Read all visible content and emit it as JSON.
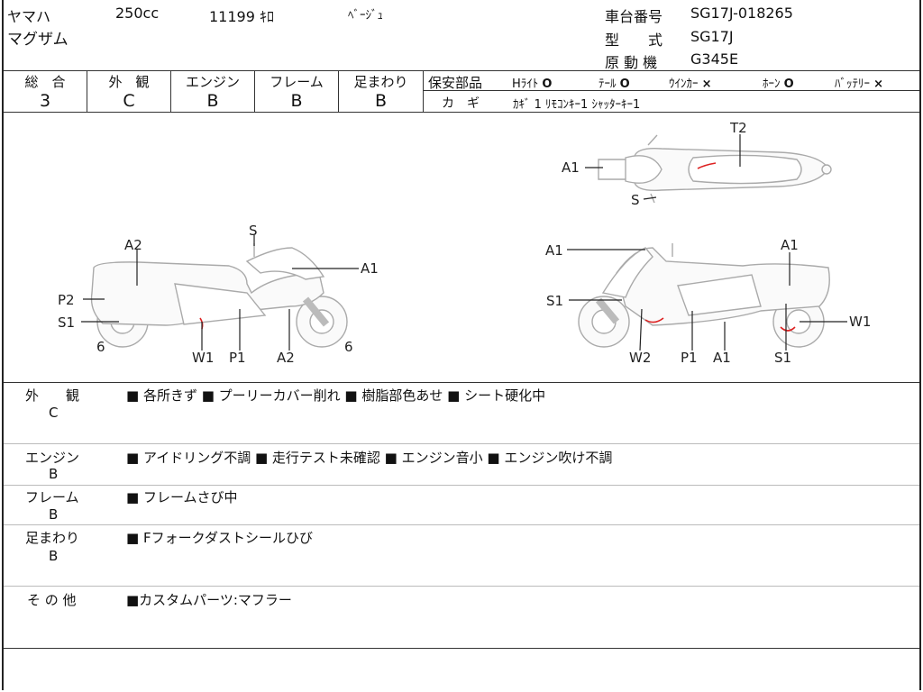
{
  "header": {
    "maker": "ヤマハ",
    "displacement": "250cc",
    "mileage": "11199 ｷﾛ",
    "color": "ﾍﾞｰｼﾞｭ",
    "model_name": "マグザム",
    "frame_label": "車台番号",
    "frame_no": "SG17J-018265",
    "type_label": "型　　式",
    "type_value": "SG17J",
    "engine_label": "原 動 機",
    "engine_value": "G345E"
  },
  "grades": {
    "columns": [
      {
        "label": "総　合",
        "value": "3"
      },
      {
        "label": "外　観",
        "value": "C"
      },
      {
        "label": "エンジン",
        "value": "B"
      },
      {
        "label": "フレーム",
        "value": "B"
      },
      {
        "label": "足まわり",
        "value": "B"
      }
    ],
    "safety_label": "保安部品",
    "safety_items": [
      {
        "name": "Hﾗｲﾄ",
        "mark": "O"
      },
      {
        "name": "ﾃｰﾙ",
        "mark": "O"
      },
      {
        "name": "ｳｲﾝｶｰ",
        "mark": "×"
      },
      {
        "name": "ﾎｰﾝ",
        "mark": "O"
      },
      {
        "name": "ﾊﾞｯﾃﾘｰ",
        "mark": "×"
      }
    ],
    "key_label": "カ　ギ",
    "key_value": "ｶｷﾞ 1  ﾘﾓｺﾝｷｰ1  ｼｬｯﾀｰｷｰ1"
  },
  "diagram": {
    "top_labels": {
      "t2": "T2",
      "a1": "A1",
      "s": "S"
    },
    "left_labels": {
      "a2_top": "A2",
      "s": "S",
      "a1": "A1",
      "p2": "P2",
      "s1": "S1",
      "six_l": "6",
      "six_r": "6",
      "w1": "W1",
      "p1": "P1",
      "a2_bot": "A2"
    },
    "right_labels": {
      "a1_tl": "A1",
      "a1_tr": "A1",
      "s1_l": "S1",
      "w1": "W1",
      "w2": "W2",
      "p1": "P1",
      "a1_b": "A1",
      "s1_b": "S1"
    }
  },
  "notes": [
    {
      "label": "外　　観",
      "grade": "C",
      "text": "■ 各所きず ■ プーリーカバー削れ ■ 樹脂部色あせ ■ シート硬化中"
    },
    {
      "label": "エンジン",
      "grade": "B",
      "text": "■ アイドリング不調 ■ 走行テスト未確認 ■ エンジン音小 ■ エンジン吹け不調"
    },
    {
      "label": "フレーム",
      "grade": "B",
      "text": "■ フレームさび中"
    },
    {
      "label": "足まわり",
      "grade": "B",
      "text": "■ Fフォークダストシールひび"
    },
    {
      "label": "そ の 他",
      "grade": "",
      "text": "■カスタムパーツ:マフラー"
    }
  ]
}
